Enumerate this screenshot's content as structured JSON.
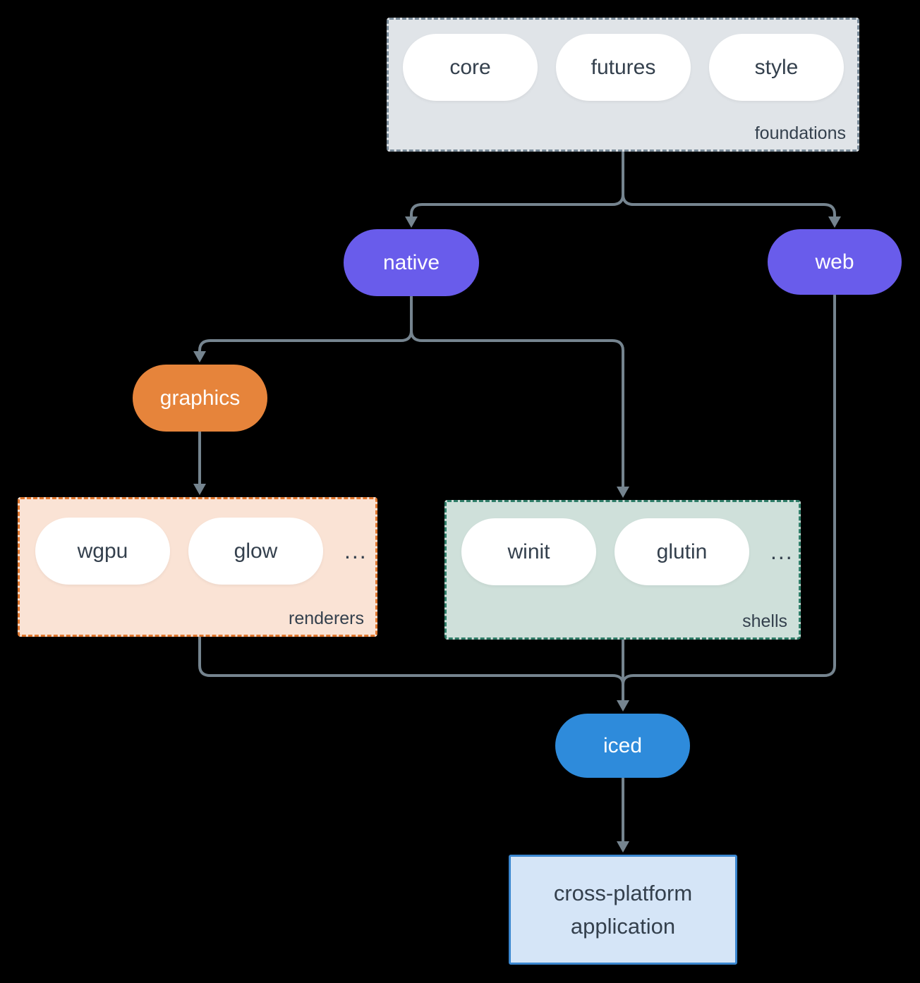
{
  "colors": {
    "background": "#000000",
    "connector": "#75848F",
    "foundations_fill": "#E0E4E8",
    "foundations_border": "#7A8B99",
    "renderers_fill": "#FAE3D5",
    "renderers_border": "#E0772F",
    "shells_fill": "#CFE0DA",
    "shells_border": "#2F7D68",
    "pill_text": "#34404D",
    "purple": "#695CEB",
    "orange": "#E6843B",
    "blue": "#2E8BDB",
    "app_fill": "#D5E5F7",
    "app_border": "#3B87D0"
  },
  "foundations": {
    "label": "foundations",
    "pills": [
      "core",
      "futures",
      "style"
    ]
  },
  "nodes": {
    "native": "native",
    "web": "web",
    "graphics": "graphics",
    "iced": "iced"
  },
  "renderers": {
    "label": "renderers",
    "pills": [
      "wgpu",
      "glow"
    ],
    "ellipsis": "..."
  },
  "shells": {
    "label": "shells",
    "pills": [
      "winit",
      "glutin"
    ],
    "ellipsis": "..."
  },
  "app": {
    "line1": "cross-platform",
    "line2": "application"
  }
}
